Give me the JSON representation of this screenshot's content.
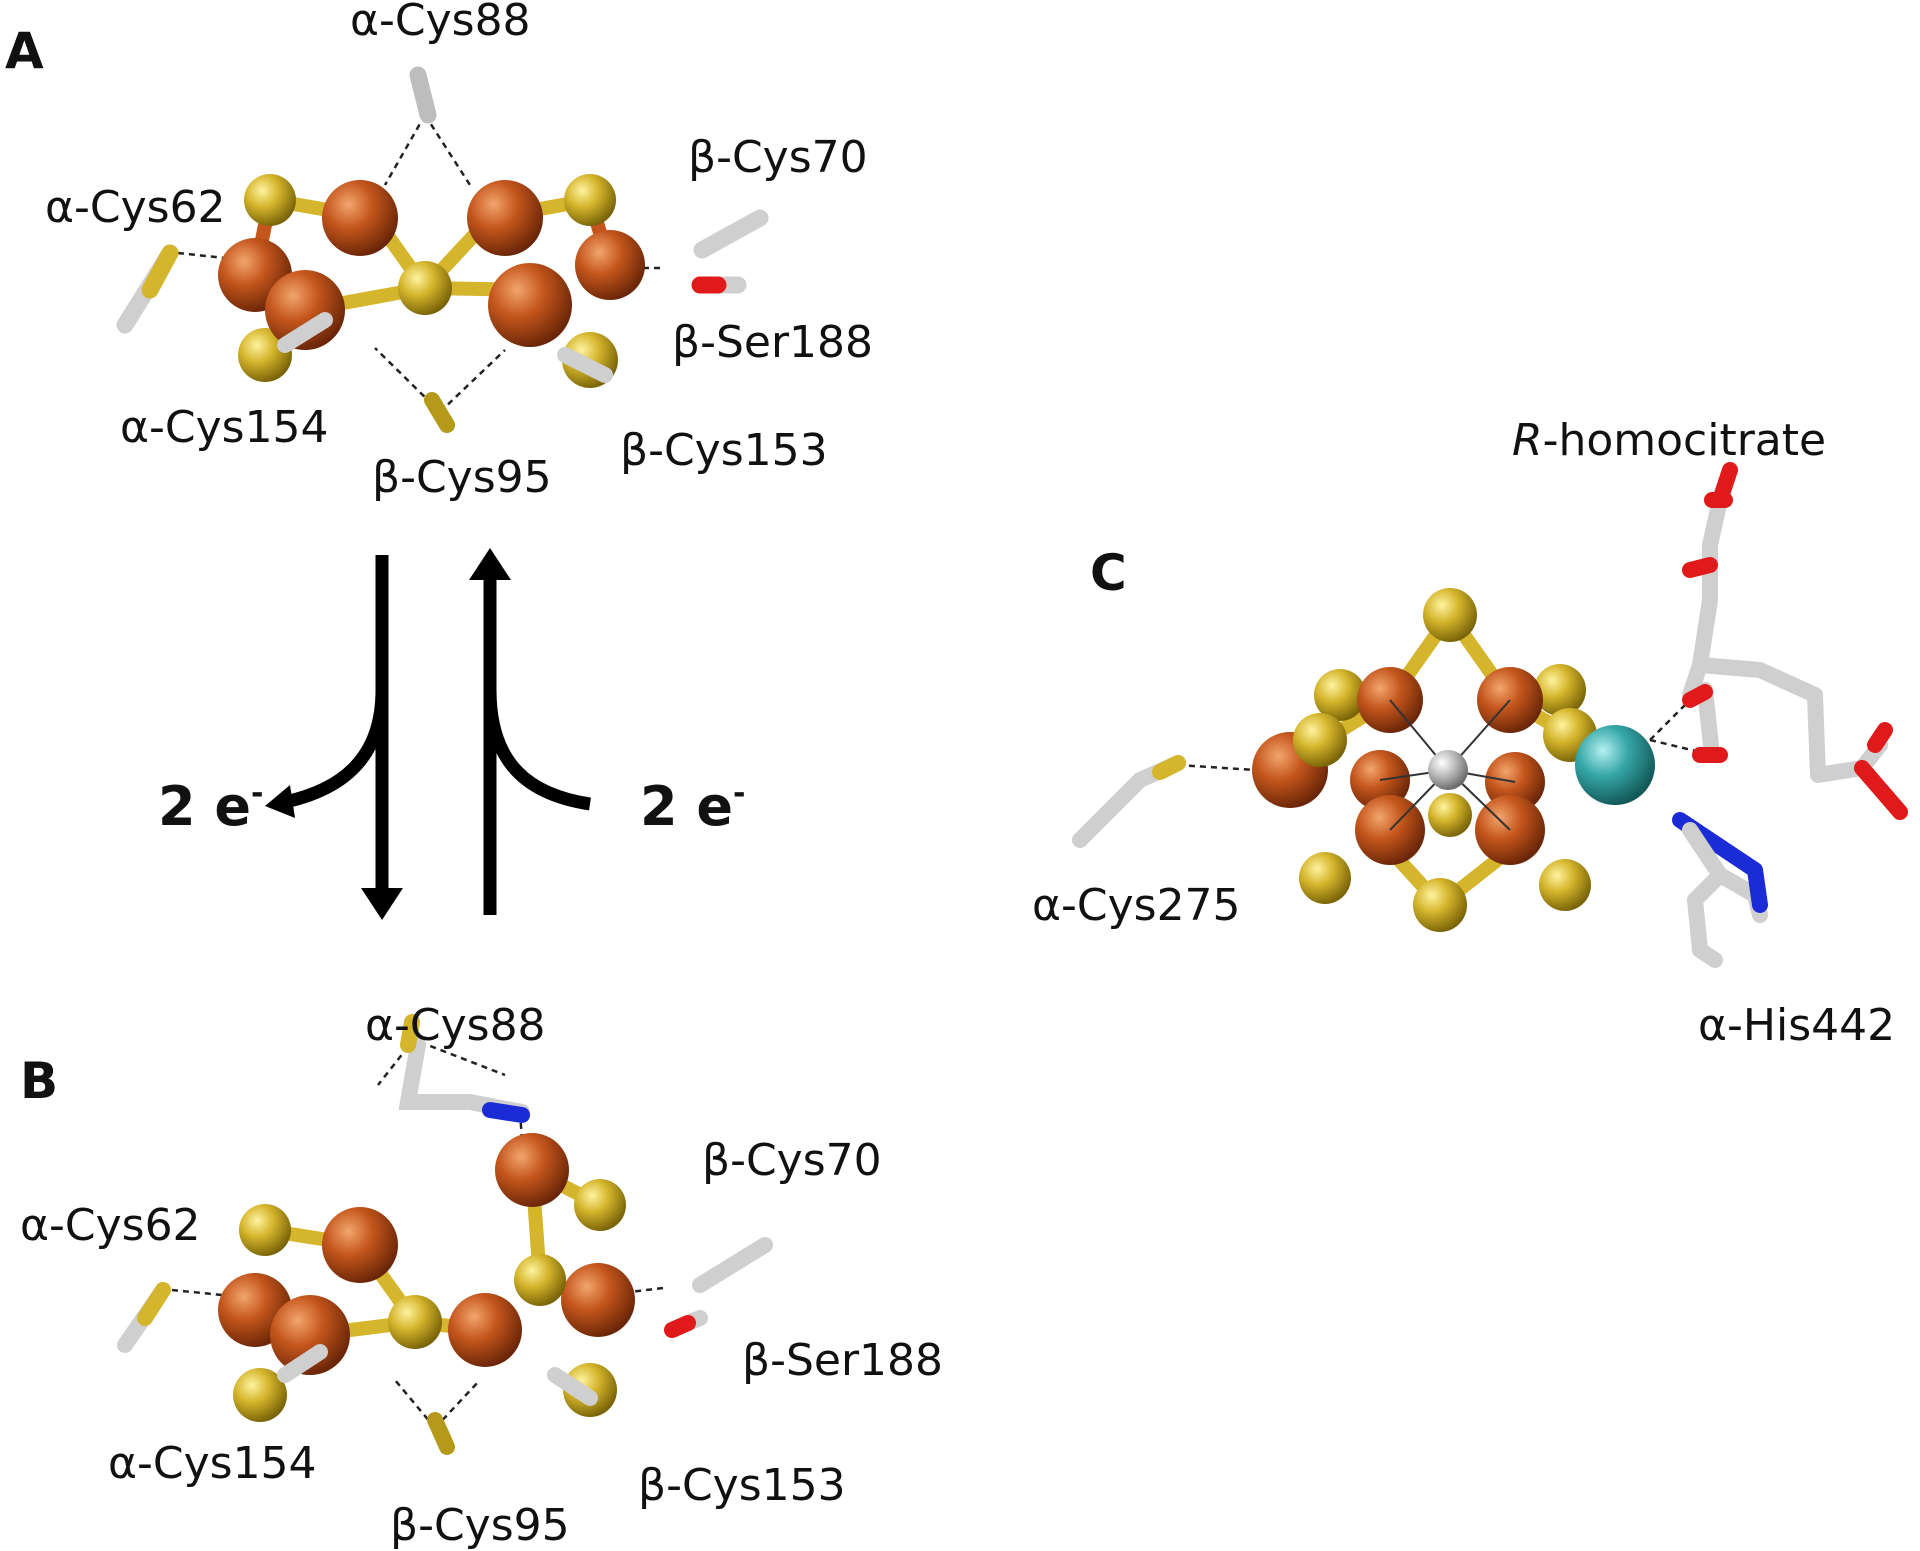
{
  "panels": {
    "a": {
      "letter": "A",
      "labels": {
        "cys88": "α-Cys88",
        "cys62": "α-Cys62",
        "cys154": "α-Cys154",
        "cys95": "β-Cys95",
        "cys70": "β-Cys70",
        "ser188": "β-Ser188",
        "cys153": "β-Cys153"
      }
    },
    "b": {
      "letter": "B",
      "labels": {
        "cys88": "α-Cys88",
        "cys62": "α-Cys62",
        "cys154": "α-Cys154",
        "cys95": "β-Cys95",
        "cys70": "β-Cys70",
        "ser188": "β-Ser188",
        "cys153": "β-Cys153"
      }
    },
    "c": {
      "letter": "C",
      "labels": {
        "homocitrate_italic": "R",
        "homocitrate_rest": "-homocitrate",
        "cys275": "α-Cys275",
        "his442": "α-His442"
      }
    }
  },
  "transfer": {
    "left": {
      "base": "2 e",
      "sup": "-"
    },
    "right": {
      "base": "2 e",
      "sup": "-"
    }
  },
  "colors": {
    "iron": "#c4561c",
    "sulfur": "#d4b52c",
    "carbon": "#d0d0d0",
    "oxygen": "#e01a1a",
    "nitrogen": "#1b2bd6",
    "molybdenum": "#36a7a7",
    "central_carbon": "#b8b8b8",
    "arrow": "#000000"
  }
}
